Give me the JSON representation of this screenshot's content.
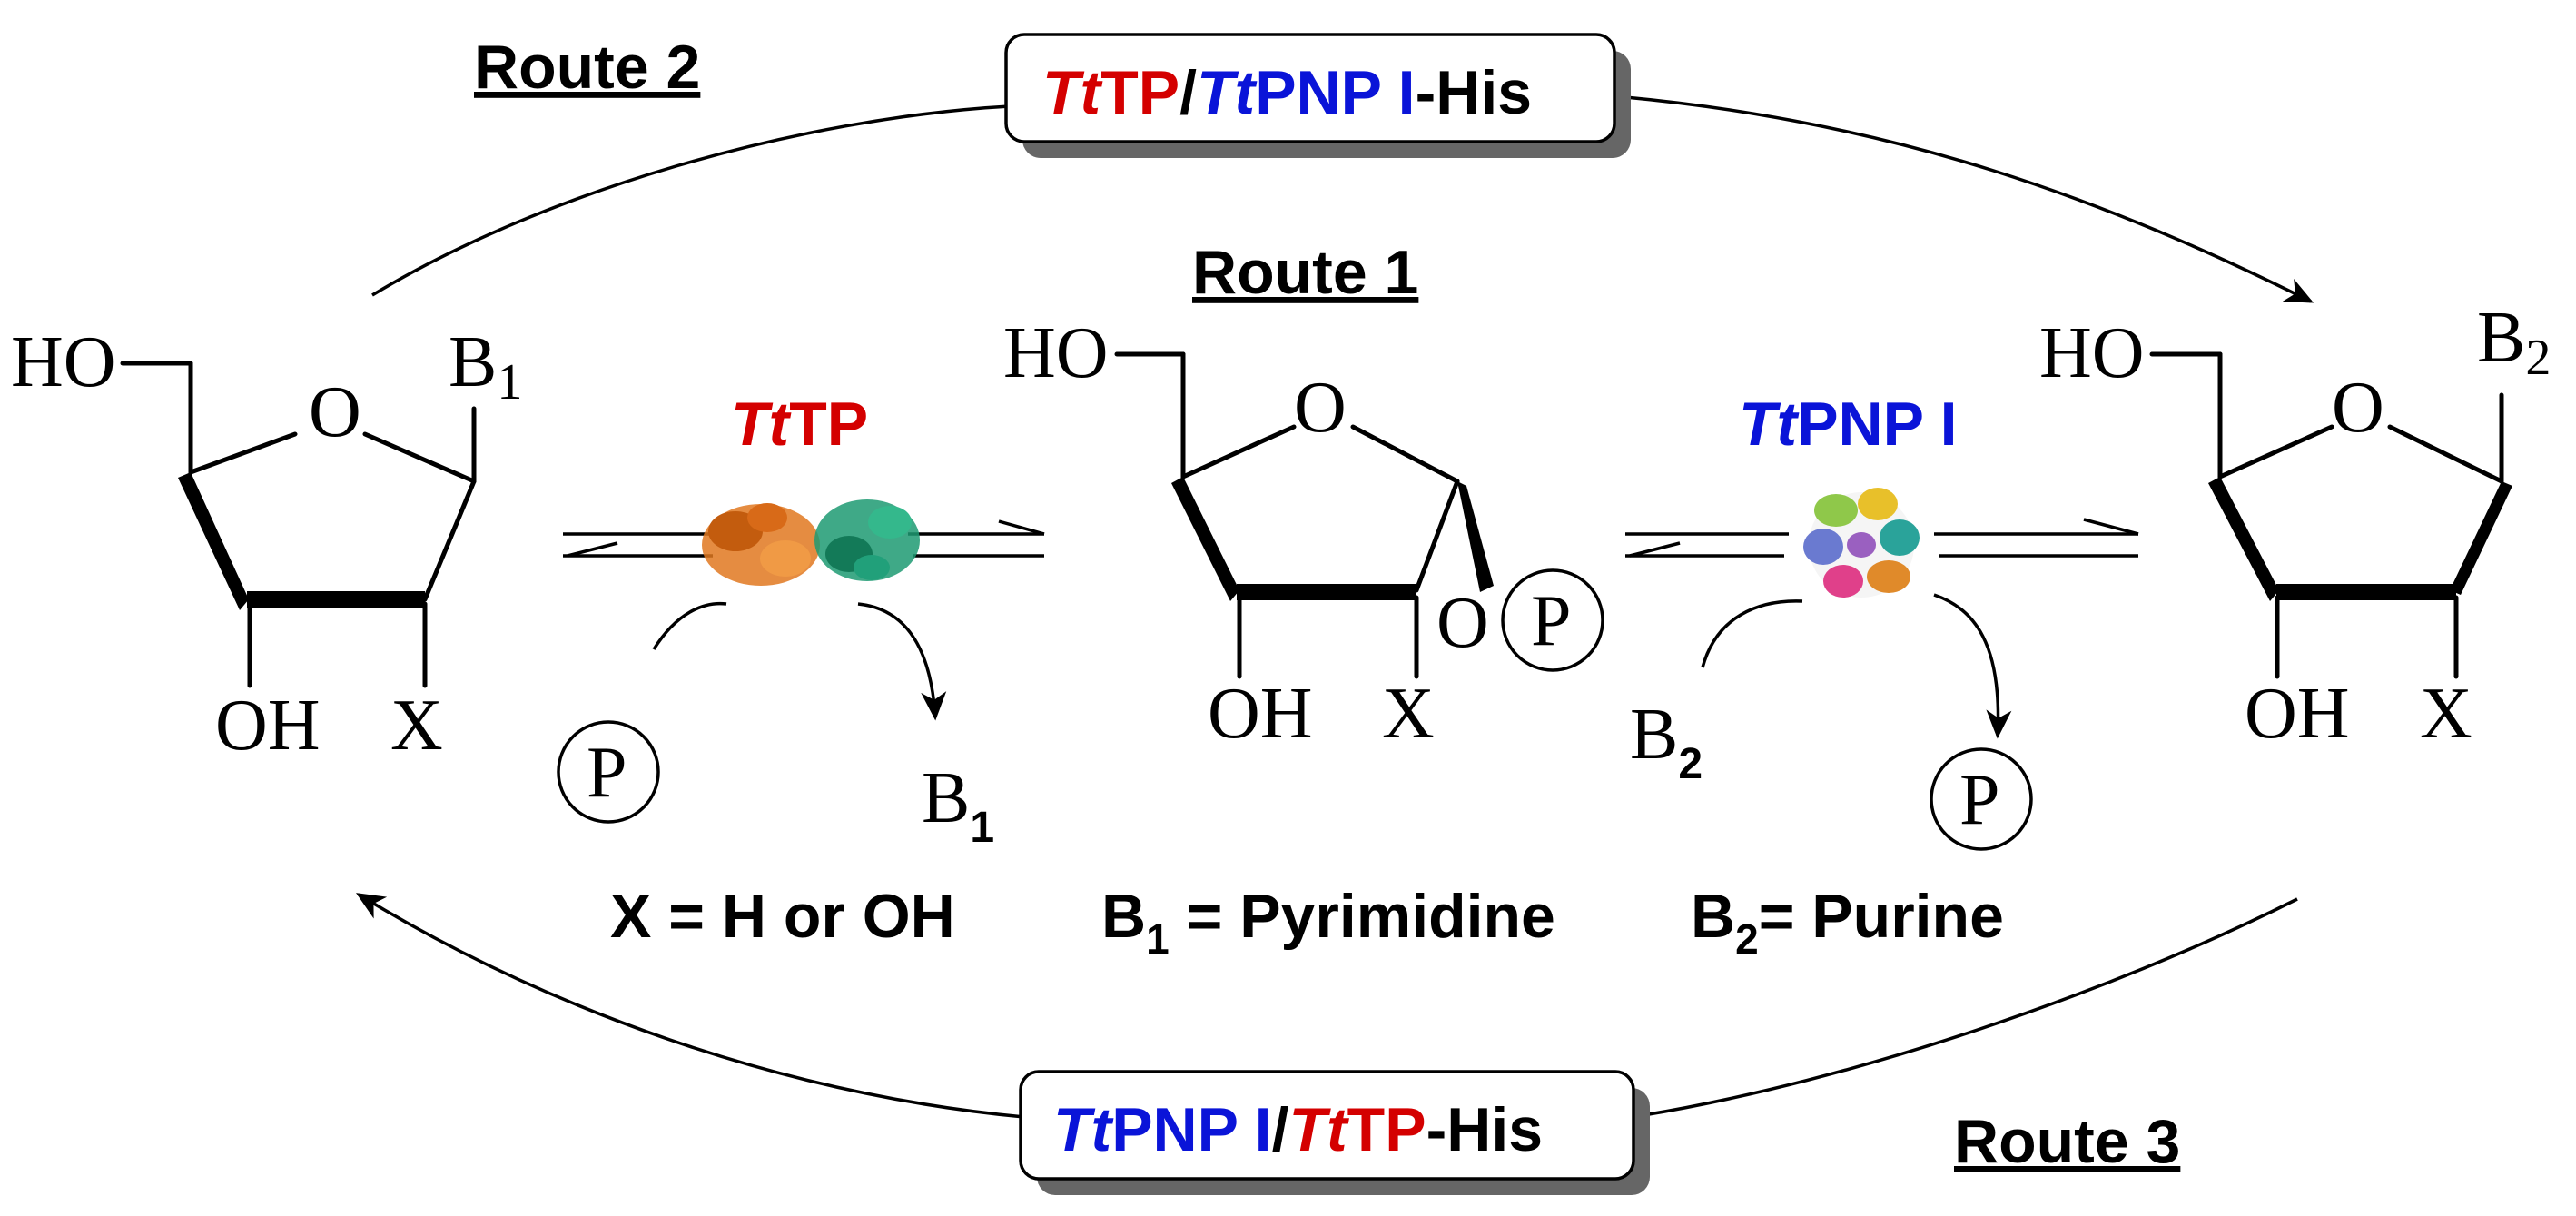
{
  "colors": {
    "tt_tp": "#d40000",
    "tt_pnp": "#0a14d8",
    "text": "#000000"
  },
  "routes": {
    "route1": "Route 1",
    "route2": "Route 2",
    "route3": "Route 3"
  },
  "top_box": {
    "part1": "Tt",
    "part2": "TP",
    "part3": "/",
    "part4": "Tt",
    "part5": "PNP I",
    "part6": "-His"
  },
  "bottom_box": {
    "part1": "Tt",
    "part2": "PNP I",
    "part3": "/",
    "part4": "Tt",
    "part5": "TP",
    "part6": "-His"
  },
  "enzymes": {
    "left": {
      "italic": "Tt",
      "rest": "TP",
      "icon": "tp-protein-structure"
    },
    "right": {
      "italic": "Tt",
      "rest": "PNP I",
      "icon": "pnp-protein-hexamer"
    }
  },
  "left_sugar": {
    "ho": "HO",
    "ring_o": "O",
    "base": "B",
    "base_sub": "1",
    "oh": "OH",
    "x": "X"
  },
  "middle_sugar": {
    "ho": "HO",
    "ring_o": "O",
    "oh": "OH",
    "x": "X",
    "o_link": "O",
    "phosphate": "P"
  },
  "right_sugar": {
    "ho": "HO",
    "ring_o": "O",
    "base": "B",
    "base_sub": "2",
    "oh": "OH",
    "x": "X"
  },
  "reaction_left": {
    "phosphate_in": "P",
    "base_out": "B",
    "base_out_sub": "1"
  },
  "reaction_right": {
    "base_in": "B",
    "base_in_sub": "2",
    "phosphate_out": "P"
  },
  "legend": {
    "x_def": "X = H or OH",
    "b1_label": "B",
    "b1_sub": "1",
    "b1_def": " = Pyrimidine",
    "b2_label": "B",
    "b2_sub": "2",
    "b2_def": "= Purine"
  }
}
